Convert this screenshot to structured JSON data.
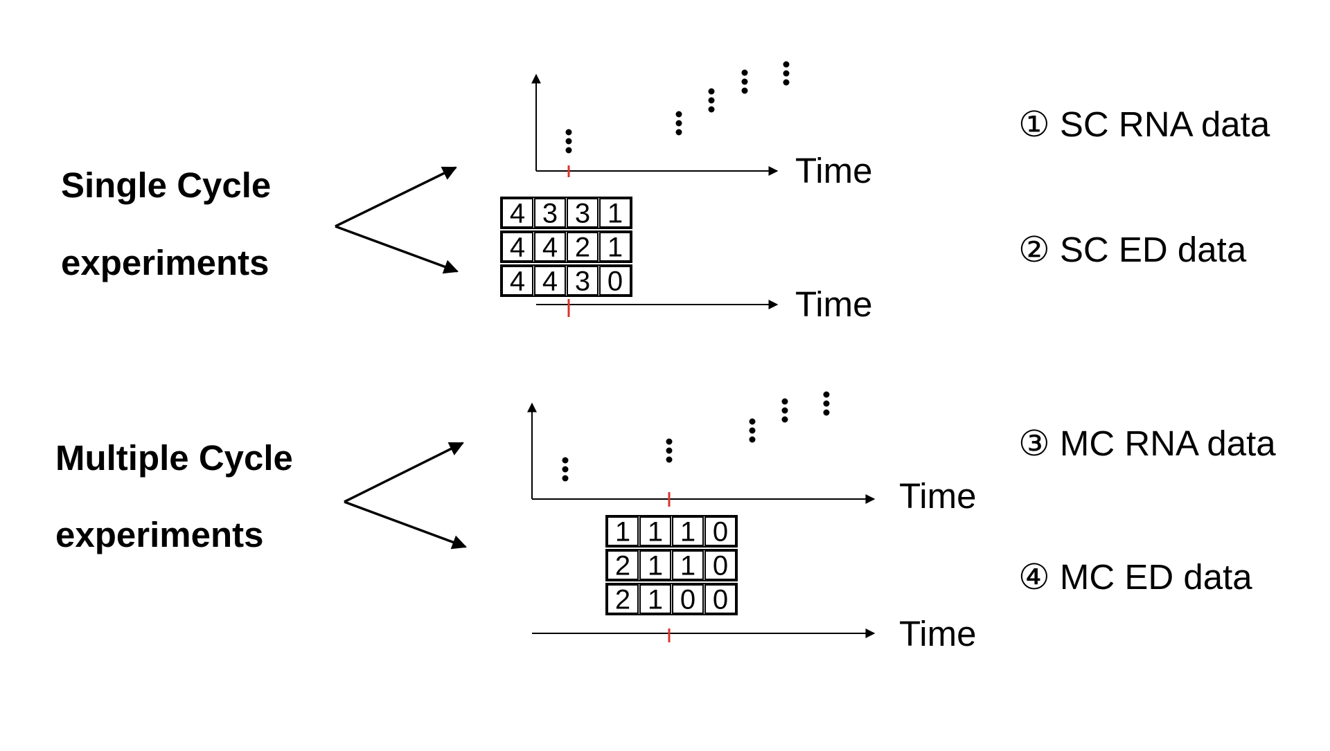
{
  "sections": [
    {
      "id": "sc",
      "title_line1": "Single Cycle",
      "title_line2": "experiments",
      "rna_time_label": "Time",
      "ed_time_label": "Time",
      "rna_legend": "① SC RNA data",
      "ed_legend": "② SC ED data",
      "ed_rows": [
        [
          "4",
          "3",
          "3",
          "1"
        ],
        [
          "4",
          "4",
          "2",
          "1"
        ],
        [
          "4",
          "4",
          "3",
          "0"
        ]
      ]
    },
    {
      "id": "mc",
      "title_line1": "Multiple Cycle",
      "title_line2": "experiments",
      "rna_time_label": "Time",
      "ed_time_label": "Time",
      "rna_legend": "③ MC RNA data",
      "ed_legend": "④ MC ED data",
      "ed_rows": [
        [
          "1",
          "1",
          "1",
          "0"
        ],
        [
          "2",
          "1",
          "1",
          "0"
        ],
        [
          "2",
          "1",
          "0",
          "0"
        ]
      ]
    }
  ],
  "colors": {
    "ink": "#000000",
    "marker": "#d9342b"
  }
}
